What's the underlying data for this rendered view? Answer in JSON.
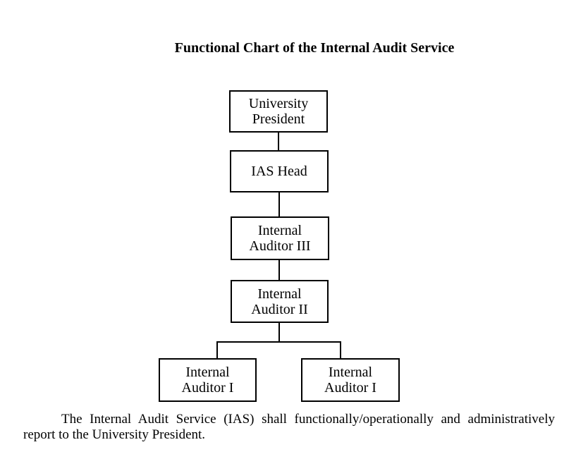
{
  "document": {
    "title": "Functional Chart of the Internal Audit Service"
  },
  "org_chart": {
    "nodes": [
      {
        "id": "university-president",
        "label": "University\nPresident"
      },
      {
        "id": "ias-head",
        "label": "IAS Head"
      },
      {
        "id": "internal-auditor-iii",
        "label": "Internal\nAuditor III"
      },
      {
        "id": "internal-auditor-ii",
        "label": "Internal\nAuditor II"
      },
      {
        "id": "internal-auditor-i-left",
        "label": "Internal\nAuditor I"
      },
      {
        "id": "internal-auditor-i-right",
        "label": "Internal\nAuditor I"
      }
    ],
    "edges": [
      {
        "from": "university-president",
        "to": "ias-head"
      },
      {
        "from": "ias-head",
        "to": "internal-auditor-iii"
      },
      {
        "from": "internal-auditor-iii",
        "to": "internal-auditor-ii"
      },
      {
        "from": "internal-auditor-ii",
        "to": "internal-auditor-i-left"
      },
      {
        "from": "internal-auditor-ii",
        "to": "internal-auditor-i-right"
      }
    ],
    "colors": {
      "box_border": "#000000",
      "connector": "#000000",
      "text": "#000000",
      "background": "#ffffff"
    }
  },
  "footnote": {
    "lines": [
      "The Internal Audit Service (IAS) shall functionally/operationally and administratively",
      "report to the University President."
    ]
  }
}
